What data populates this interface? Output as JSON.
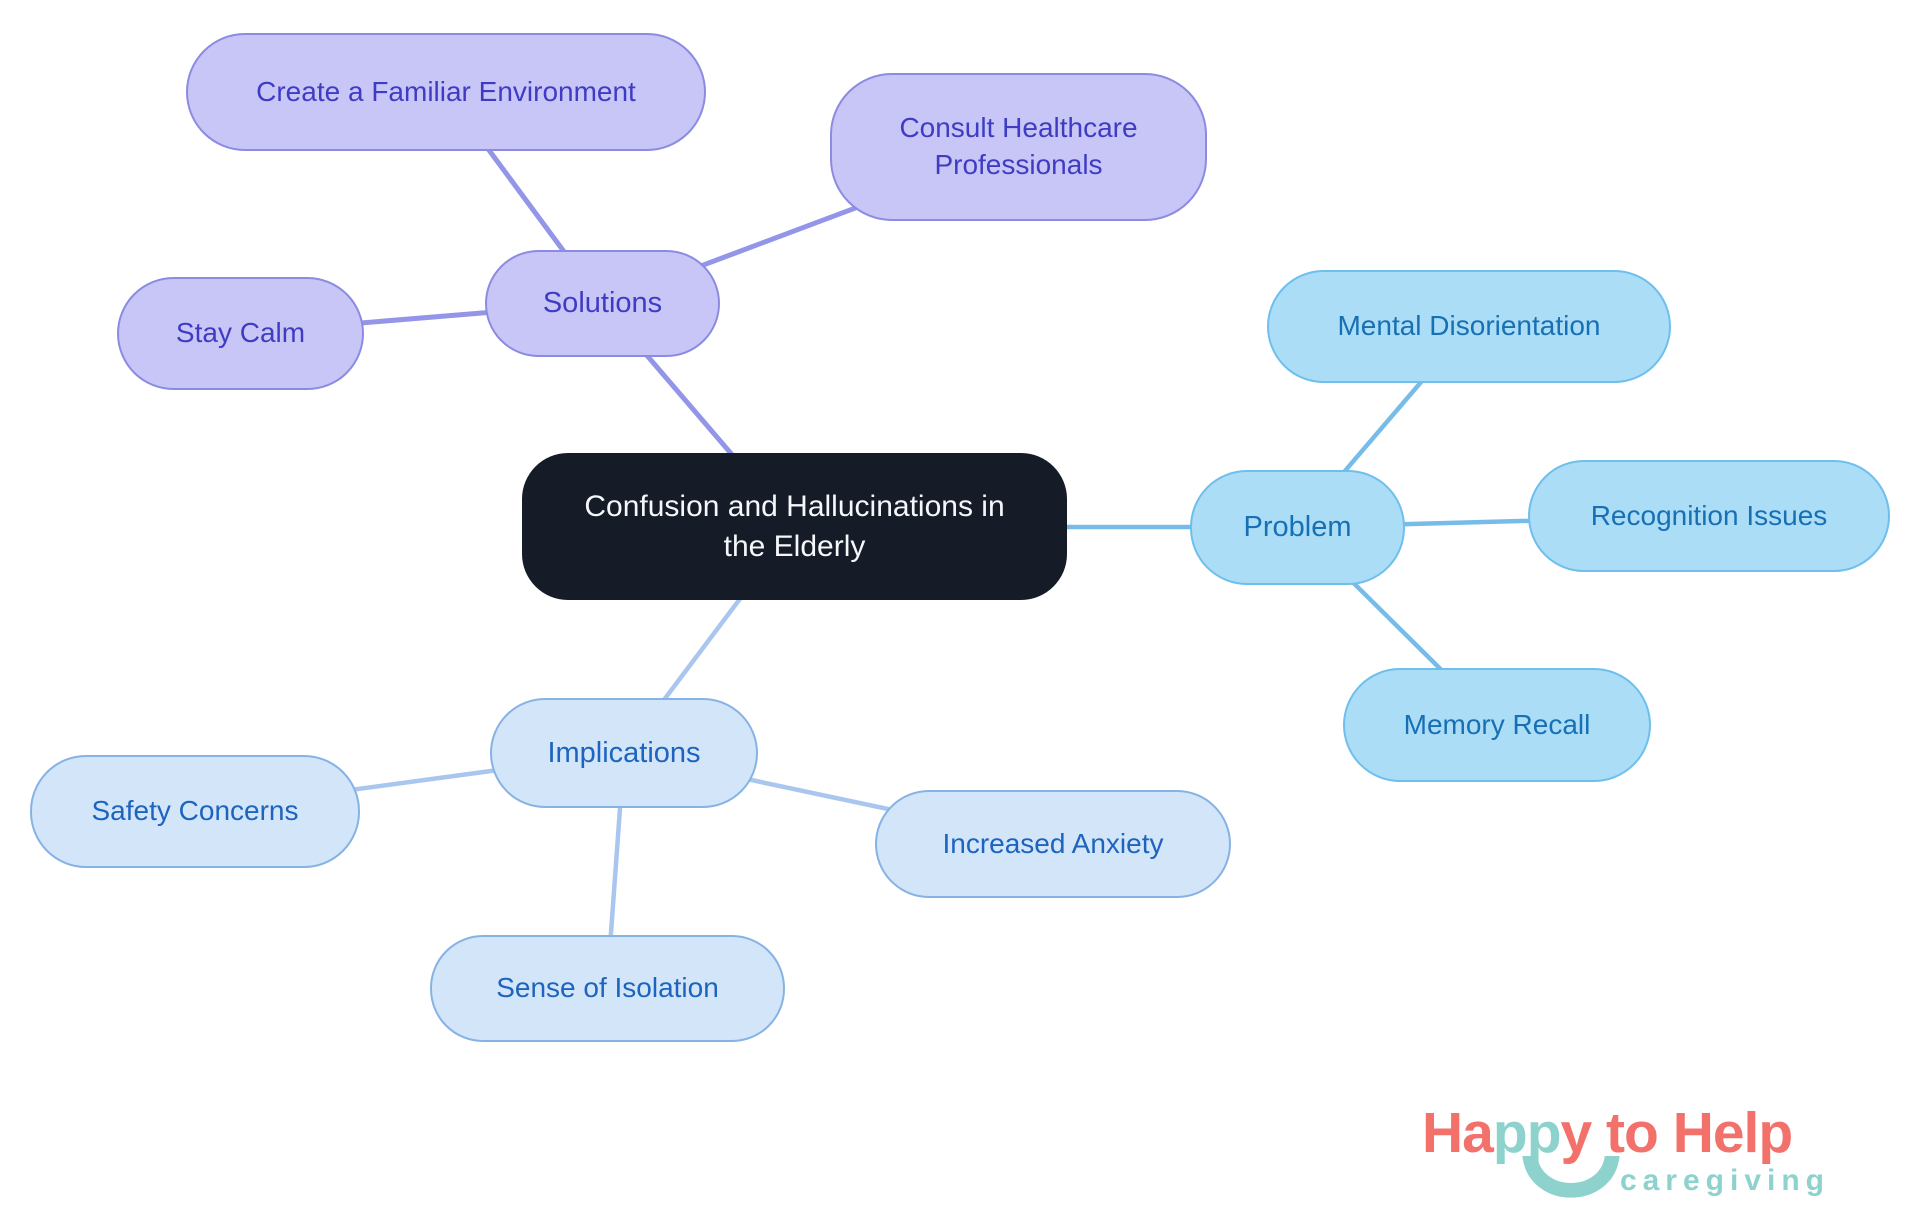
{
  "diagram": {
    "type": "mindmap",
    "nodes": {
      "central": {
        "label": "Confusion and Hallucinations in the Elderly"
      },
      "solutions": {
        "label": "Solutions"
      },
      "create_familiar": {
        "label": "Create a Familiar Environment"
      },
      "consult_healthcare": {
        "label": "Consult Healthcare Professionals"
      },
      "stay_calm": {
        "label": "Stay Calm"
      },
      "problem": {
        "label": "Problem"
      },
      "mental_disorientation": {
        "label": "Mental Disorientation"
      },
      "recognition_issues": {
        "label": "Recognition Issues"
      },
      "memory_recall": {
        "label": "Memory Recall"
      },
      "implications": {
        "label": "Implications"
      },
      "safety_concerns": {
        "label": "Safety Concerns"
      },
      "increased_anxiety": {
        "label": "Increased Anxiety"
      },
      "sense_of_isolation": {
        "label": "Sense of Isolation"
      }
    },
    "structure": {
      "center": "central",
      "branches": [
        {
          "parent": "solutions",
          "children": [
            "create_familiar",
            "consult_healthcare",
            "stay_calm"
          ]
        },
        {
          "parent": "problem",
          "children": [
            "mental_disorientation",
            "recognition_issues",
            "memory_recall"
          ]
        },
        {
          "parent": "implications",
          "children": [
            "safety_concerns",
            "increased_anxiety",
            "sense_of_isolation"
          ]
        }
      ]
    },
    "colors": {
      "central_fill": "#151B27",
      "central_text": "#F5F7FA",
      "solutions_fill": "#C8C6F6",
      "solutions_border": "#8C8BE2",
      "solutions_text": "#3F3CC4",
      "solutions_edge": "#9395E8",
      "problem_fill": "#ABDDF7",
      "problem_border": "#6FBFED",
      "problem_text": "#1870B4",
      "problem_edge": "#77BCE9",
      "implications_fill": "#D3E5F9",
      "implications_border": "#87B2E4",
      "implications_text": "#1C64BE",
      "implications_edge": "#A9C6EF"
    }
  },
  "logo": {
    "segments": {
      "ha": {
        "text": "Ha",
        "color": "#F2716B"
      },
      "pp": {
        "text": "pp",
        "color": "#8ED2CD"
      },
      "y_to_help": {
        "text": "y to Help",
        "color": "#F2716B"
      }
    },
    "tagline": "caregiving",
    "coral": "#F2716B",
    "teal": "#8ED2CD"
  }
}
